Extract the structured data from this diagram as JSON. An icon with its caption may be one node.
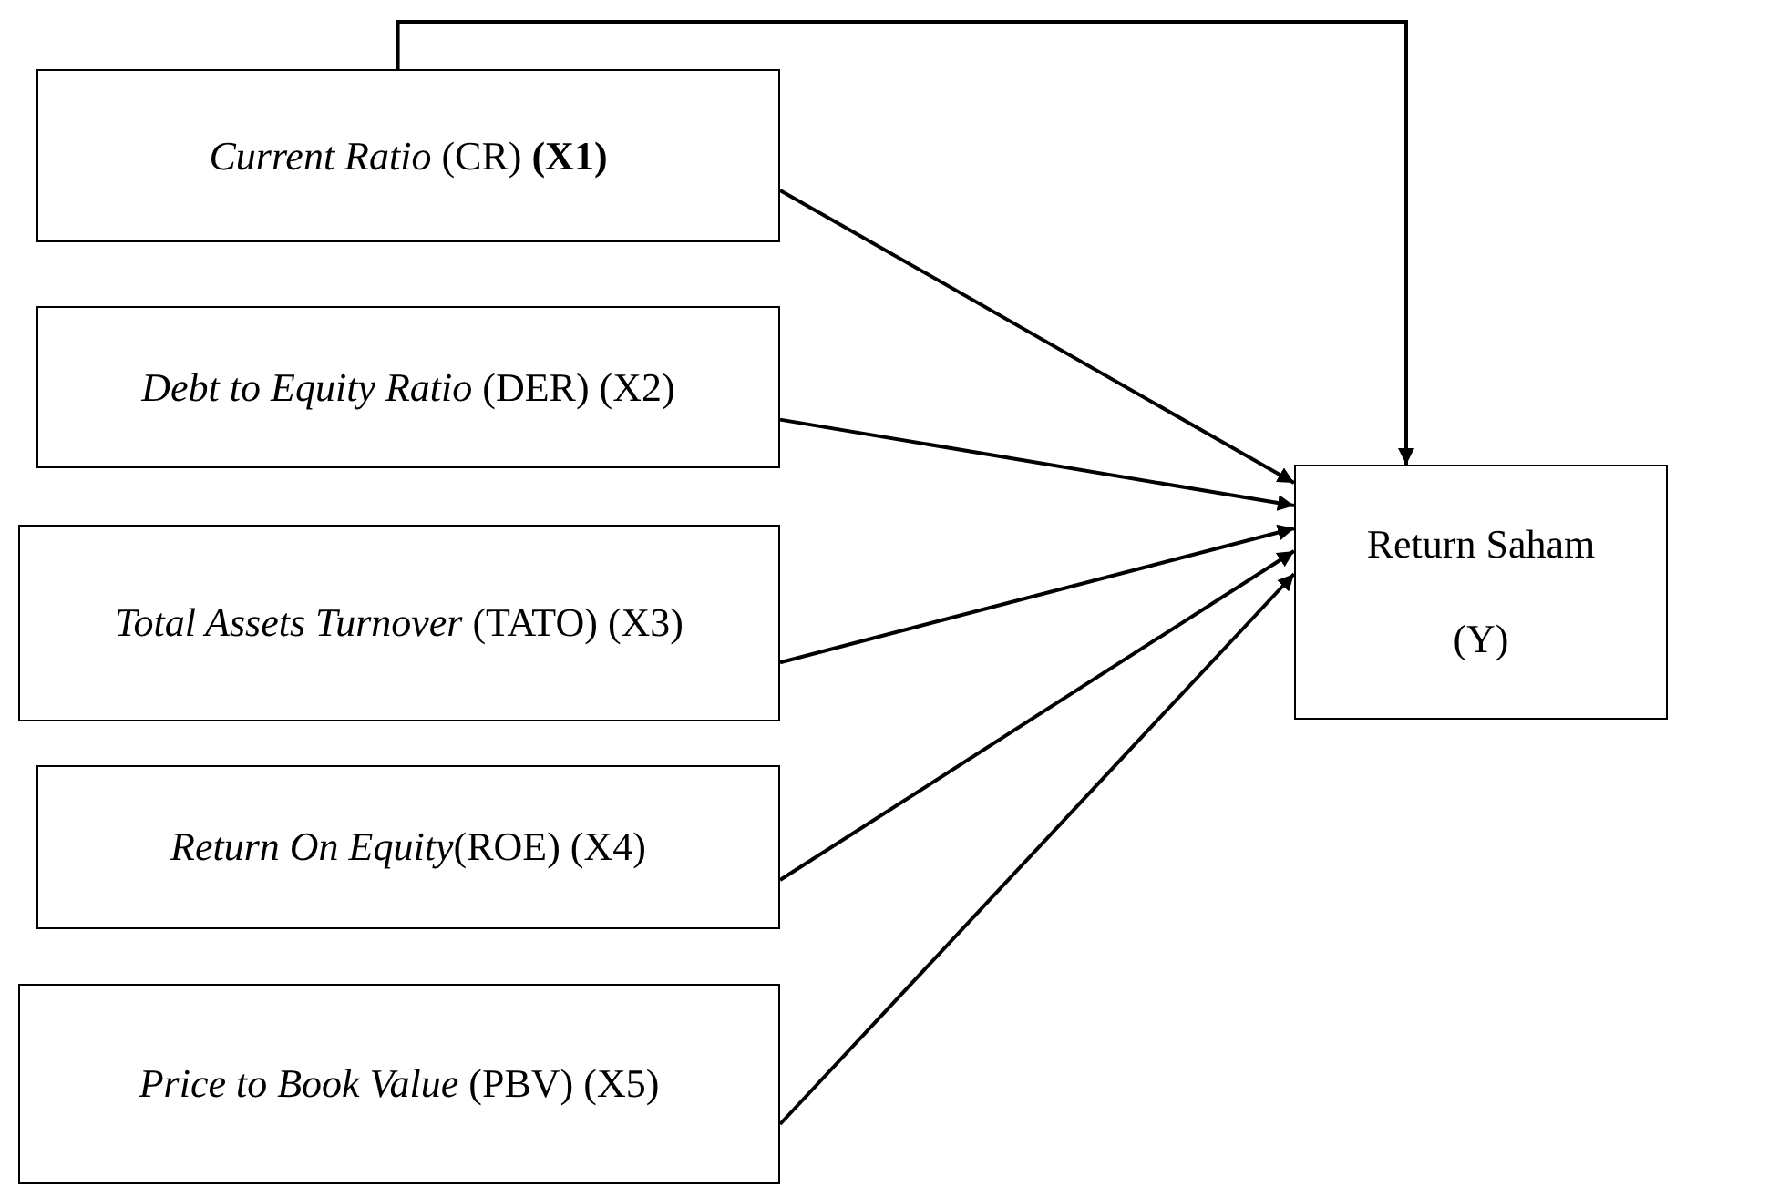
{
  "diagram": {
    "nodes": [
      {
        "text": [
          "*Current Ratio* (CR) **(X1)**"
        ]
      },
      {
        "text": [
          "*Debt to Equity Ratio* (DER) (X2)"
        ]
      },
      {
        "text": [
          "*Total Assets Turnover* (TATO) (X3)"
        ]
      },
      {
        "text": [
          "*Return On Equity*(ROE) (X4)"
        ]
      },
      {
        "text": [
          "*Price to Book Value* (PBV) (X5)"
        ]
      },
      {
        "text": [
          "Return Saham",
          "(Y)"
        ]
      }
    ],
    "edges": [
      {
        "from": 0,
        "to": 5,
        "arrow": "to"
      },
      {
        "from": 1,
        "to": 5,
        "arrow": "to"
      },
      {
        "from": 2,
        "to": 5,
        "arrow": "to"
      },
      {
        "from": 3,
        "to": 5,
        "arrow": "to"
      },
      {
        "from": 4,
        "to": 5,
        "arrow": "to"
      },
      {
        "from": 0,
        "to": 5,
        "arrow": "to"
      }
    ]
  }
}
